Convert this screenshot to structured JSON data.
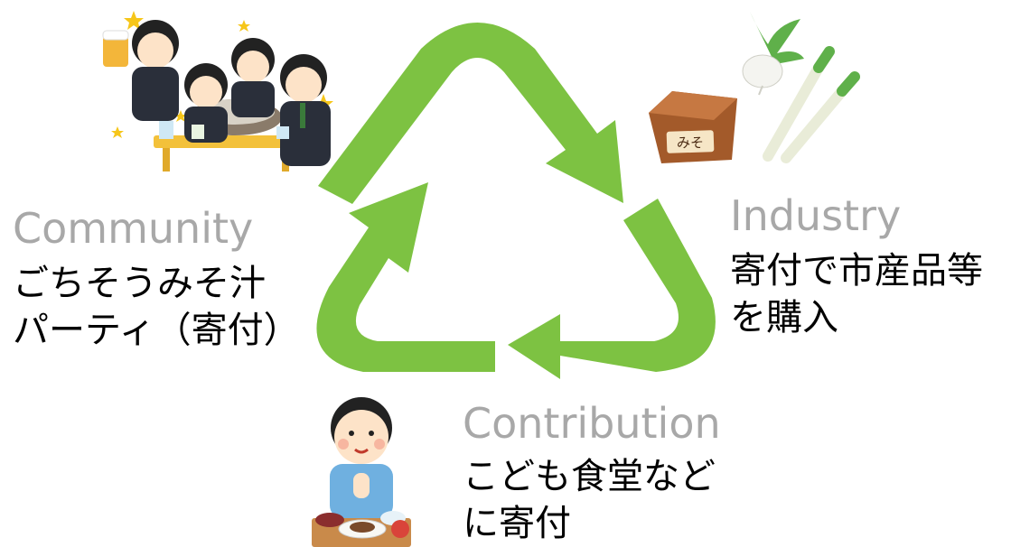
{
  "community": {
    "heading": "Community",
    "lines": [
      "ごちそうみそ汁",
      "パーティ（寄付）"
    ]
  },
  "industry": {
    "heading": "Industry",
    "lines": [
      "寄付で市産品等",
      "を購入"
    ]
  },
  "contribution": {
    "heading": "Contribution",
    "lines": [
      "こども食堂など",
      "に寄付"
    ]
  },
  "illustrations": {
    "miso_label": "みそ"
  },
  "colors": {
    "arrow": "#7dc242",
    "heading": "#a8a8a8",
    "text": "#000000"
  }
}
